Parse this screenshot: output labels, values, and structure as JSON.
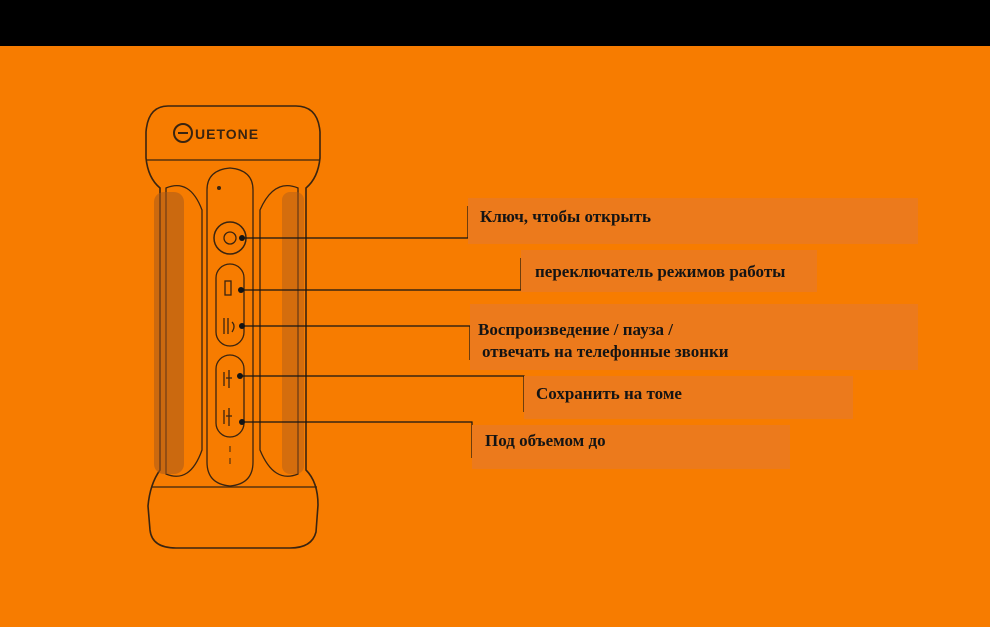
{
  "brand": {
    "logo_text": "UETONE"
  },
  "colors": {
    "background": "#f77c00",
    "topbar": "#000000",
    "label_box": "#ec7a1c",
    "outline": "#3a2410"
  },
  "labels": {
    "lock_key": "Ключ, чтобы открыть",
    "mode_switch": "переключатель режимов работы",
    "play_pause_line1": "Воспроизведение / пауза /",
    "play_pause_line2": "отвечать на телефонные звонки",
    "volume_up": "Сохранить на томе",
    "volume_down": "Под объемом до"
  },
  "icons": [
    "lock-icon",
    "mode-icon",
    "play-pause-phone-icon",
    "volume-up-icon",
    "volume-down-icon"
  ]
}
